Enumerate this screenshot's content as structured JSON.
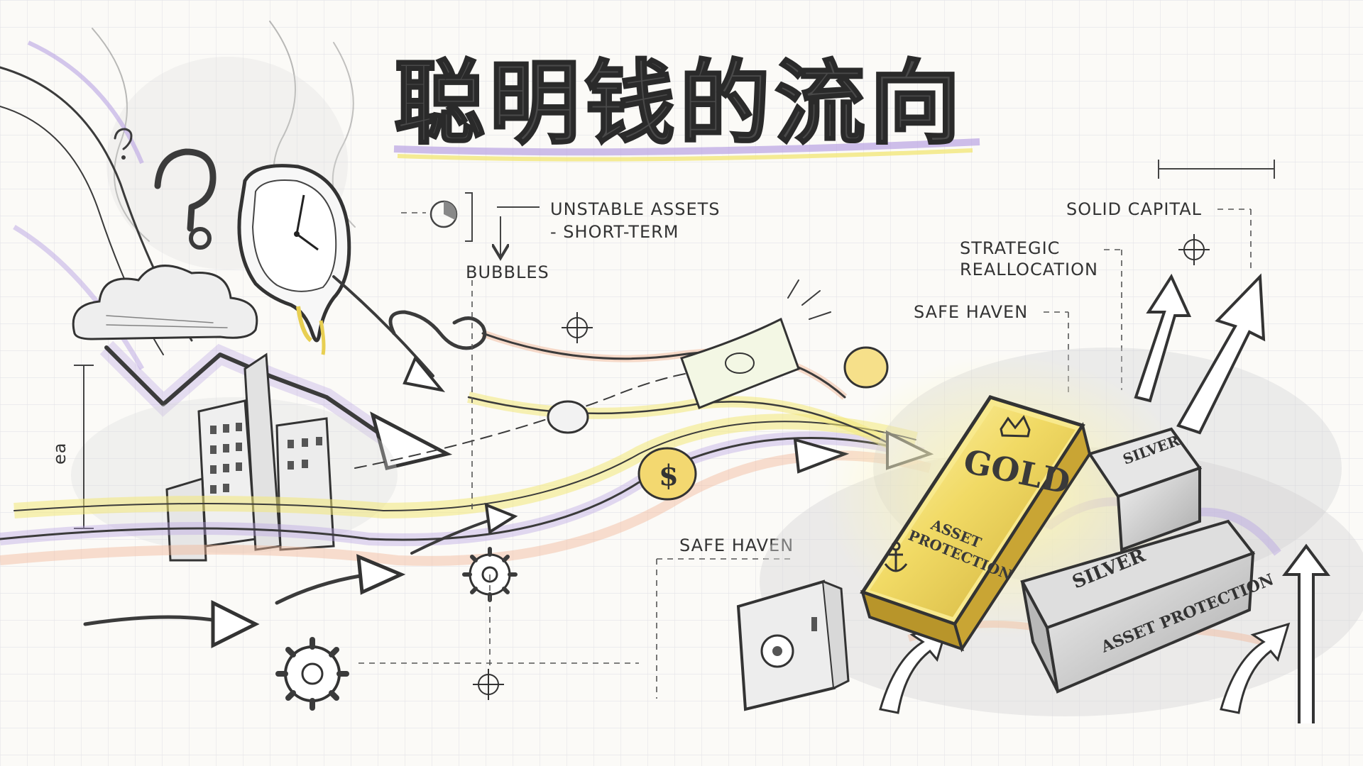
{
  "title": "聪明钱的流向",
  "labels": {
    "unstable_assets": "UNSTABLE ASSETS",
    "short_term": "- SHORT-TERM",
    "bubbles": "BUBBLES",
    "solid_capital": "SOLID CAPITAL",
    "strategic": "STRATEGIC",
    "reallocation": "REALLOCATION",
    "safe_haven_top": "SAFE HAVEN",
    "safe_haven_bottom": "SAFE HAVEN",
    "axis_mark": "ea"
  },
  "gold_bar": {
    "name": "GOLD",
    "tag_line1": "ASSET",
    "tag_line2": "PROTECTION"
  },
  "silver_bars": {
    "top_label": "SILVER",
    "bottom_label": "SILVER",
    "bottom_tag": "ASSET PROTECTION"
  },
  "coin_symbol": "$",
  "palette": {
    "pencil": "#3b3b3b",
    "lavender": "#b9a3e3",
    "yellow": "#f3e77a",
    "peach": "#f2b89a",
    "gold": "#e8cf52",
    "silver": "#cfcfcf",
    "grid": "#e4e4e8"
  }
}
